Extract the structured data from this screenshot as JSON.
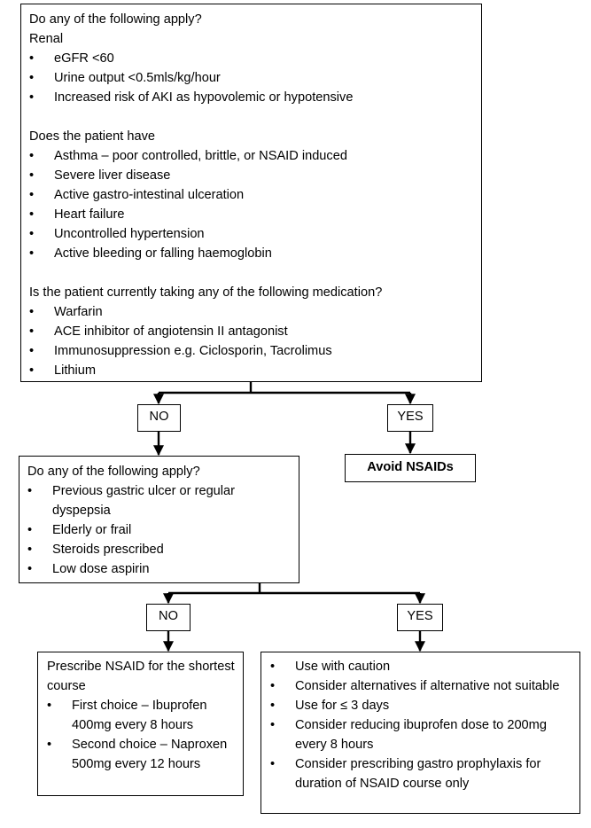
{
  "box_main": {
    "q1": "Do any of the following apply?",
    "renal_heading": "Renal",
    "renal_items": [
      "eGFR <60",
      "Urine output <0.5mls/kg/hour",
      "Increased risk of AKI as hypovolemic or hypotensive"
    ],
    "q2": "Does the patient have",
    "conditions": [
      "Asthma – poor controlled, brittle, or NSAID induced",
      "Severe liver disease",
      "Active gastro-intestinal ulceration",
      "Heart failure",
      "Uncontrolled hypertension",
      "Active bleeding or falling haemoglobin"
    ],
    "q3": "Is the patient currently taking any of the following medication?",
    "medications": [
      "Warfarin",
      "ACE inhibitor of angiotensin II antagonist",
      "Immunosuppression e.g. Ciclosporin, Tacrolimus",
      "Lithium"
    ]
  },
  "branch1": {
    "no": "NO",
    "yes": "YES",
    "yes_result": "Avoid NSAIDs"
  },
  "box_second": {
    "q": "Do any of the following apply?",
    "items": [
      "Previous gastric ulcer or regular dyspepsia",
      "Elderly or frail",
      "Steroids prescribed",
      "Low dose aspirin"
    ]
  },
  "branch2": {
    "no": "NO",
    "yes": "YES"
  },
  "box_prescribe": {
    "title": "Prescribe NSAID for the shortest course",
    "items": [
      "First choice – Ibuprofen 400mg every 8 hours",
      "Second choice – Naproxen 500mg every 12 hours"
    ]
  },
  "box_caution": {
    "items": [
      "Use with caution",
      "Consider alternatives if alternative not suitable",
      "Use for ≤ 3 days",
      "Consider reducing ibuprofen dose to 200mg every 8 hours",
      "Consider prescribing gastro prophylaxis for duration of NSAID course only"
    ]
  }
}
